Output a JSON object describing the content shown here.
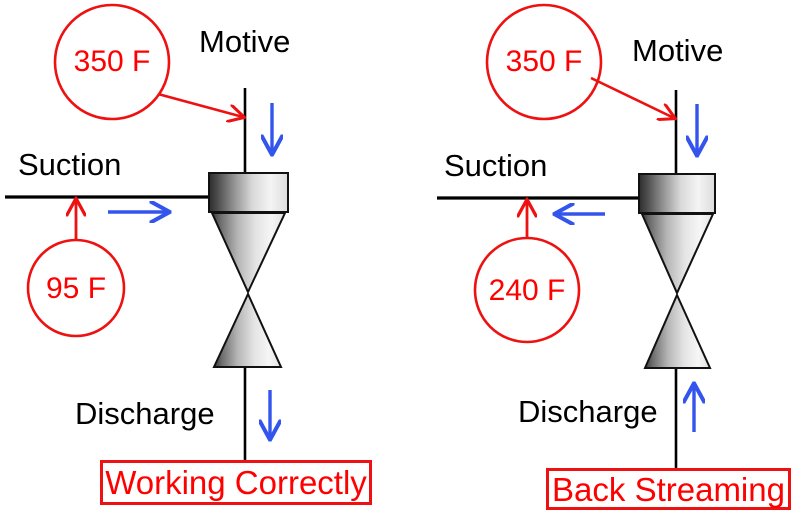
{
  "diagram": {
    "title_shown": false,
    "colors": {
      "pipe": "#000000",
      "annotation_red": "#ee1111",
      "temp_text_red": "#ff0000",
      "flow_blue": "#3355ee",
      "body_metal_dark": "#2b2b2b",
      "body_metal_light": "#f2f2f2",
      "background": "#ffffff"
    },
    "panels": [
      {
        "id": "left",
        "status": "Working Correctly",
        "labels": {
          "motive": "Motive",
          "suction": "Suction",
          "discharge": "Discharge"
        },
        "callouts": [
          {
            "name": "motive-temperature",
            "value": "350 F"
          },
          {
            "name": "suction-temperature",
            "value": "95 F"
          }
        ],
        "flow_arrows": [
          {
            "name": "motive-flow-arrow",
            "direction": "down"
          },
          {
            "name": "suction-flow-arrow",
            "direction": "right"
          },
          {
            "name": "discharge-flow-arrow",
            "direction": "down"
          }
        ]
      },
      {
        "id": "right",
        "status": "Back Streaming",
        "labels": {
          "motive": "Motive",
          "suction": "Suction",
          "discharge": "Discharge"
        },
        "callouts": [
          {
            "name": "motive-temperature",
            "value": "350 F"
          },
          {
            "name": "suction-temperature",
            "value": "240 F"
          }
        ],
        "flow_arrows": [
          {
            "name": "motive-flow-arrow",
            "direction": "down"
          },
          {
            "name": "suction-flow-arrow",
            "direction": "left"
          },
          {
            "name": "discharge-flow-arrow",
            "direction": "up"
          }
        ]
      }
    ]
  }
}
